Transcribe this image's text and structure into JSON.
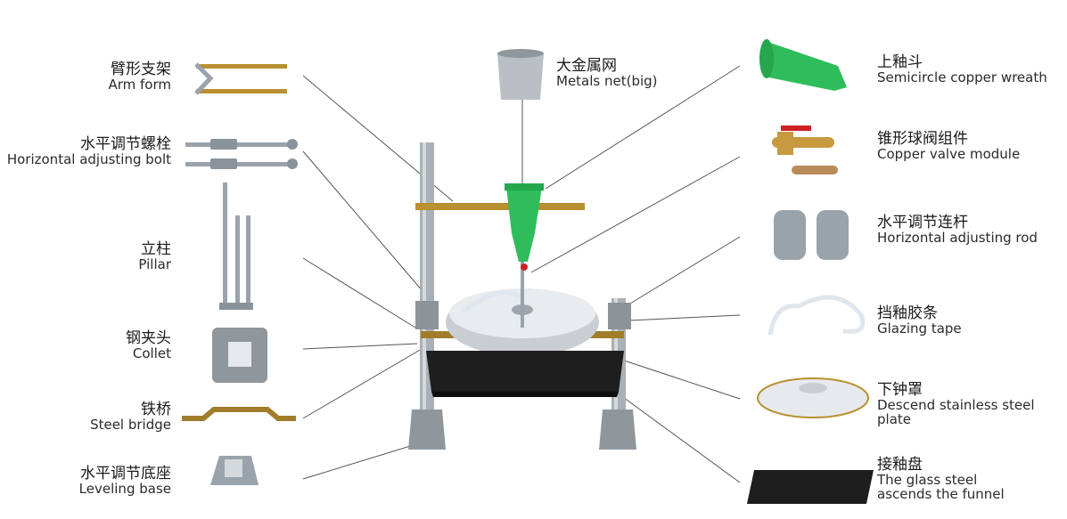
{
  "labels_left": [
    {
      "id": "arm-form",
      "zh": "臂形支架",
      "en": "Arm form"
    },
    {
      "id": "horizontal-adjusting-bolt",
      "zh": "水平调节螺栓",
      "en": "Horizontal adjusting bolt"
    },
    {
      "id": "pillar",
      "zh": "立柱",
      "en": "Pillar"
    },
    {
      "id": "collet",
      "zh": "钢夹头",
      "en": "Collet"
    },
    {
      "id": "steel-bridge",
      "zh": "铁桥",
      "en": "Steel bridge"
    },
    {
      "id": "leveling-base",
      "zh": "水平调节底座",
      "en": "Leveling base"
    }
  ],
  "label_top": {
    "id": "metals-net",
    "zh": "大金属网",
    "en": "Metals net(big)"
  },
  "labels_right": [
    {
      "id": "semicircle-copper-wreath",
      "zh": "上釉斗",
      "en": "Semicircle copper wreath"
    },
    {
      "id": "copper-valve-module",
      "zh": "锥形球阀组件",
      "en": "Copper valve module"
    },
    {
      "id": "horizontal-adjusting-rod",
      "zh": "水平调节连杆",
      "en": "Horizontal adjusting rod"
    },
    {
      "id": "glazing-tape",
      "zh": "挡釉胶条",
      "en": "Glazing tape"
    },
    {
      "id": "descend-stainless-steel-plate",
      "zh": "下钟罩",
      "en": "Descend stainless steel plate"
    },
    {
      "id": "glass-steel-funnel",
      "zh": "接釉盘",
      "en": "The glass steel",
      "en2": "ascends the funnel"
    }
  ],
  "colors": {
    "funnel": "#2ebd5a",
    "brass": "#b8902f",
    "steel": "#9aa3ab",
    "tray": "#1e1e1e",
    "line": "#555555"
  }
}
